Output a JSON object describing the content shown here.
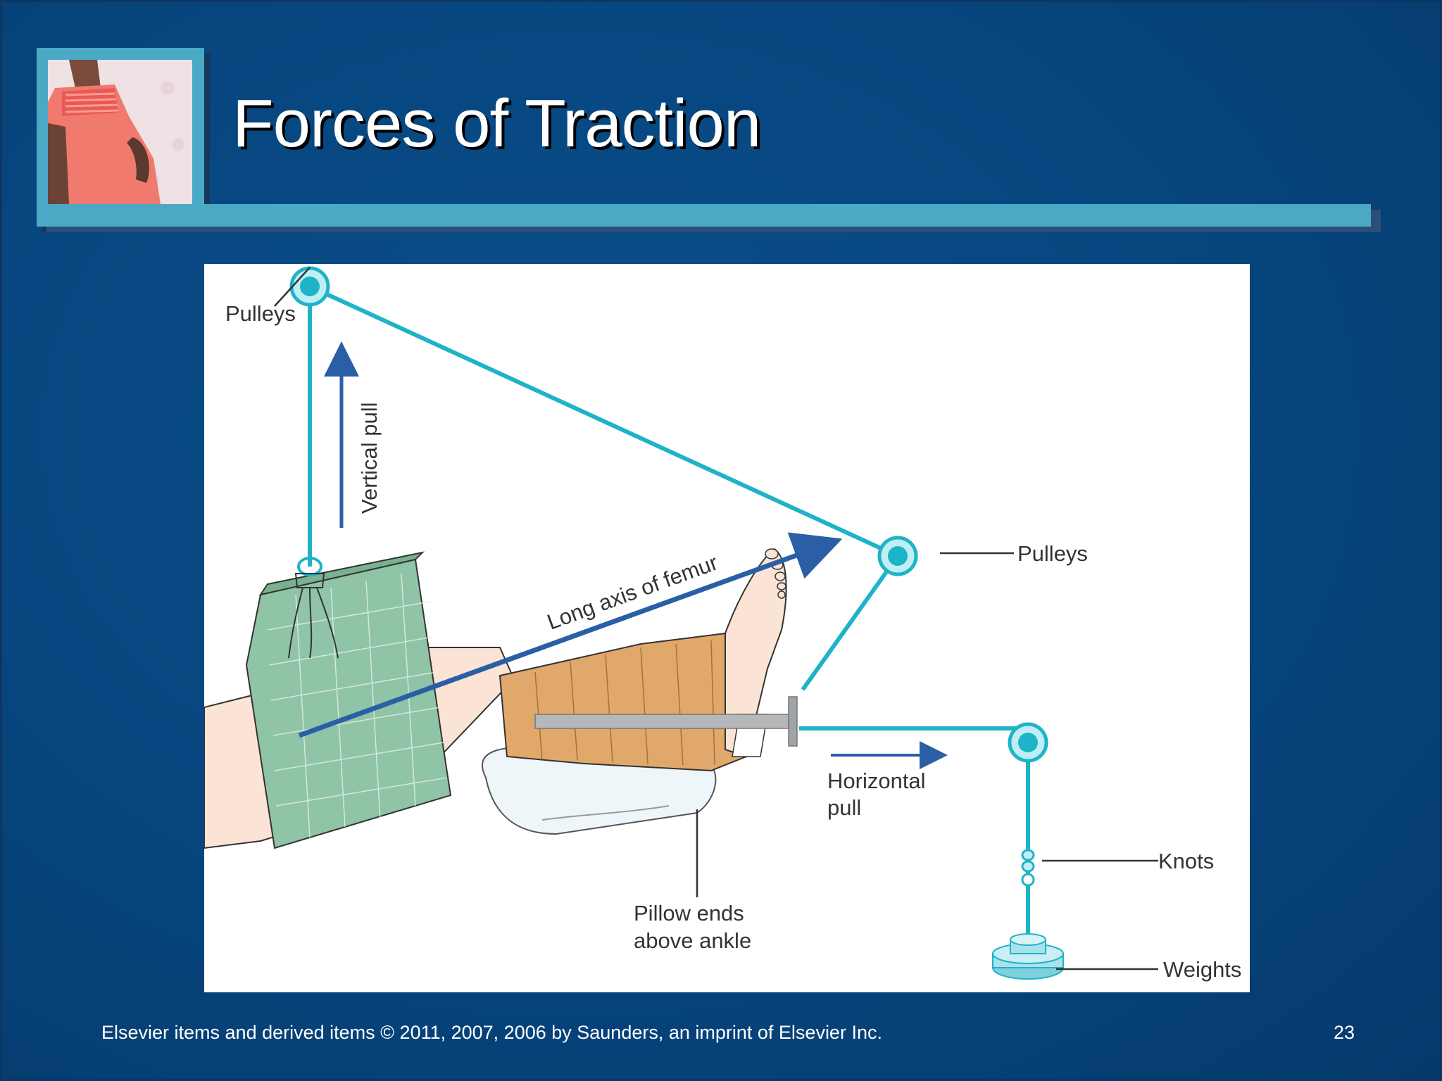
{
  "slide": {
    "title": "Forces of Traction",
    "footer": "Elsevier items and derived items © 2011, 2007, 2006 by Saunders, an imprint of Elsevier Inc.",
    "page_number": "23"
  },
  "diagram": {
    "labels": {
      "pulleys_top": "Pulleys",
      "vertical_pull": "Vertical pull",
      "long_axis": "Long axis of femur",
      "pulleys_right": "Pulleys",
      "horizontal_pull_1": "Horizontal",
      "horizontal_pull_2": "pull",
      "knots": "Knots",
      "pillow_1": "Pillow ends",
      "pillow_2": "above ankle",
      "weights": "Weights"
    },
    "colors": {
      "rope": "#1fb3c8",
      "arrow": "#2a5fa6",
      "sling": "#8fc4a6",
      "bandage": "#e0a86a"
    }
  }
}
